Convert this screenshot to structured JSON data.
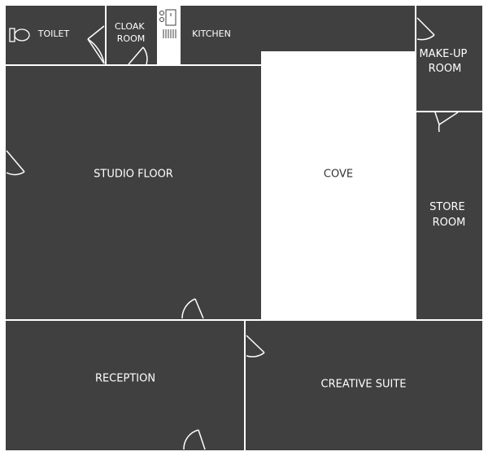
{
  "rooms": {
    "toilet": "TOILET",
    "cloak_room": [
      "CLOAK",
      "ROOM"
    ],
    "kitchen": "KITCHEN",
    "make_up_room": [
      "MAKE-UP",
      "ROOM"
    ],
    "studio_floor": "STUDIO FLOOR",
    "cove": "COVE",
    "store_room": [
      "STORE",
      "ROOM"
    ],
    "reception": "RECEPTION",
    "creative_suite": "CREATIVE SUITE"
  },
  "colors": {
    "room_fill": "#404040",
    "cove_fill": "#ffffff",
    "wall": "#ffffff",
    "background": "#ffffff"
  }
}
